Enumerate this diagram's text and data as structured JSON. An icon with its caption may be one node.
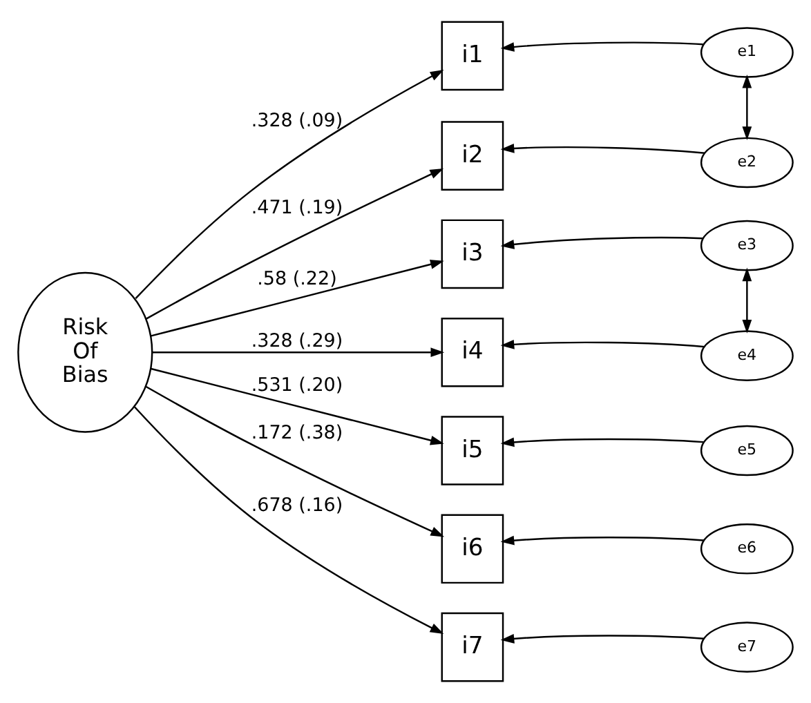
{
  "diagram": {
    "nodes": [
      {
        "text": [
          "Risk Of Bias"
        ]
      },
      {
        "text": [
          "i1"
        ]
      },
      {
        "text": [
          "i2"
        ]
      },
      {
        "text": [
          "i3"
        ]
      },
      {
        "text": [
          "i4"
        ]
      },
      {
        "text": [
          "i5"
        ]
      },
      {
        "text": [
          "i6"
        ]
      },
      {
        "text": [
          "i7"
        ]
      },
      {
        "text": [
          "e1"
        ]
      },
      {
        "text": [
          "e2"
        ]
      },
      {
        "text": [
          "e3"
        ]
      },
      {
        "text": [
          "e4"
        ]
      },
      {
        "text": [
          "e5"
        ]
      },
      {
        "text": [
          "e6"
        ]
      },
      {
        "text": [
          "e7"
        ]
      }
    ],
    "edges": [
      {
        "from": 0,
        "to": 1,
        "arrow": "to",
        "label": ".328 (.09)"
      },
      {
        "from": 0,
        "to": 2,
        "arrow": "to",
        "label": ".471 (.19)"
      },
      {
        "from": 0,
        "to": 3,
        "arrow": "to",
        "label": ".58 (.22)"
      },
      {
        "from": 0,
        "to": 4,
        "arrow": "to",
        "label": ".328 (.29)"
      },
      {
        "from": 0,
        "to": 5,
        "arrow": "to",
        "label": ".531 (.20)"
      },
      {
        "from": 0,
        "to": 6,
        "arrow": "to",
        "label": ".172 (.38)"
      },
      {
        "from": 0,
        "to": 7,
        "arrow": "to",
        "label": ".678 (.16)"
      },
      {
        "from": 8,
        "to": 1,
        "arrow": "to"
      },
      {
        "from": 9,
        "to": 2,
        "arrow": "to"
      },
      {
        "from": 10,
        "to": 3,
        "arrow": "to"
      },
      {
        "from": 11,
        "to": 4,
        "arrow": "to"
      },
      {
        "from": 12,
        "to": 5,
        "arrow": "to"
      },
      {
        "from": 13,
        "to": 6,
        "arrow": "to"
      },
      {
        "from": 14,
        "to": 7,
        "arrow": "to"
      },
      {
        "from": 8,
        "to": 9,
        "arrow": "both"
      },
      {
        "from": 10,
        "to": 11,
        "arrow": "both"
      }
    ]
  }
}
